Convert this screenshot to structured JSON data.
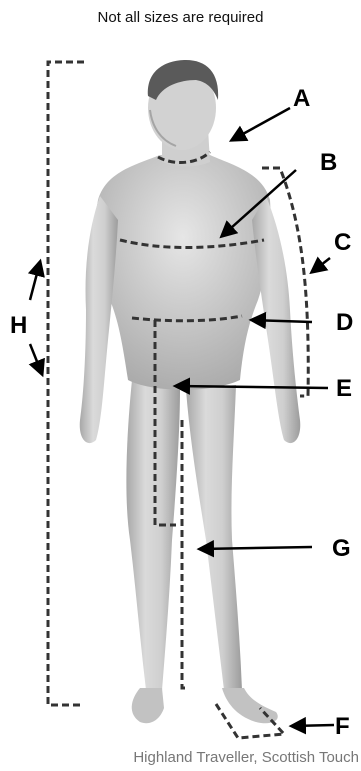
{
  "header": {
    "note": "Not all sizes are required"
  },
  "labels": {
    "A": "A",
    "B": "B",
    "C": "C",
    "D": "D",
    "E": "E",
    "F": "F",
    "G": "G",
    "H": "H"
  },
  "footer": {
    "credit": "Highland Traveller, Scottish Touch"
  },
  "colors": {
    "measure_line": "#333333",
    "skin_light": "#e2e2e2",
    "skin_mid": "#c4c4c4",
    "skin_dark": "#9a9a9a",
    "hair": "#5a5a5a",
    "credit_text": "#777777"
  }
}
